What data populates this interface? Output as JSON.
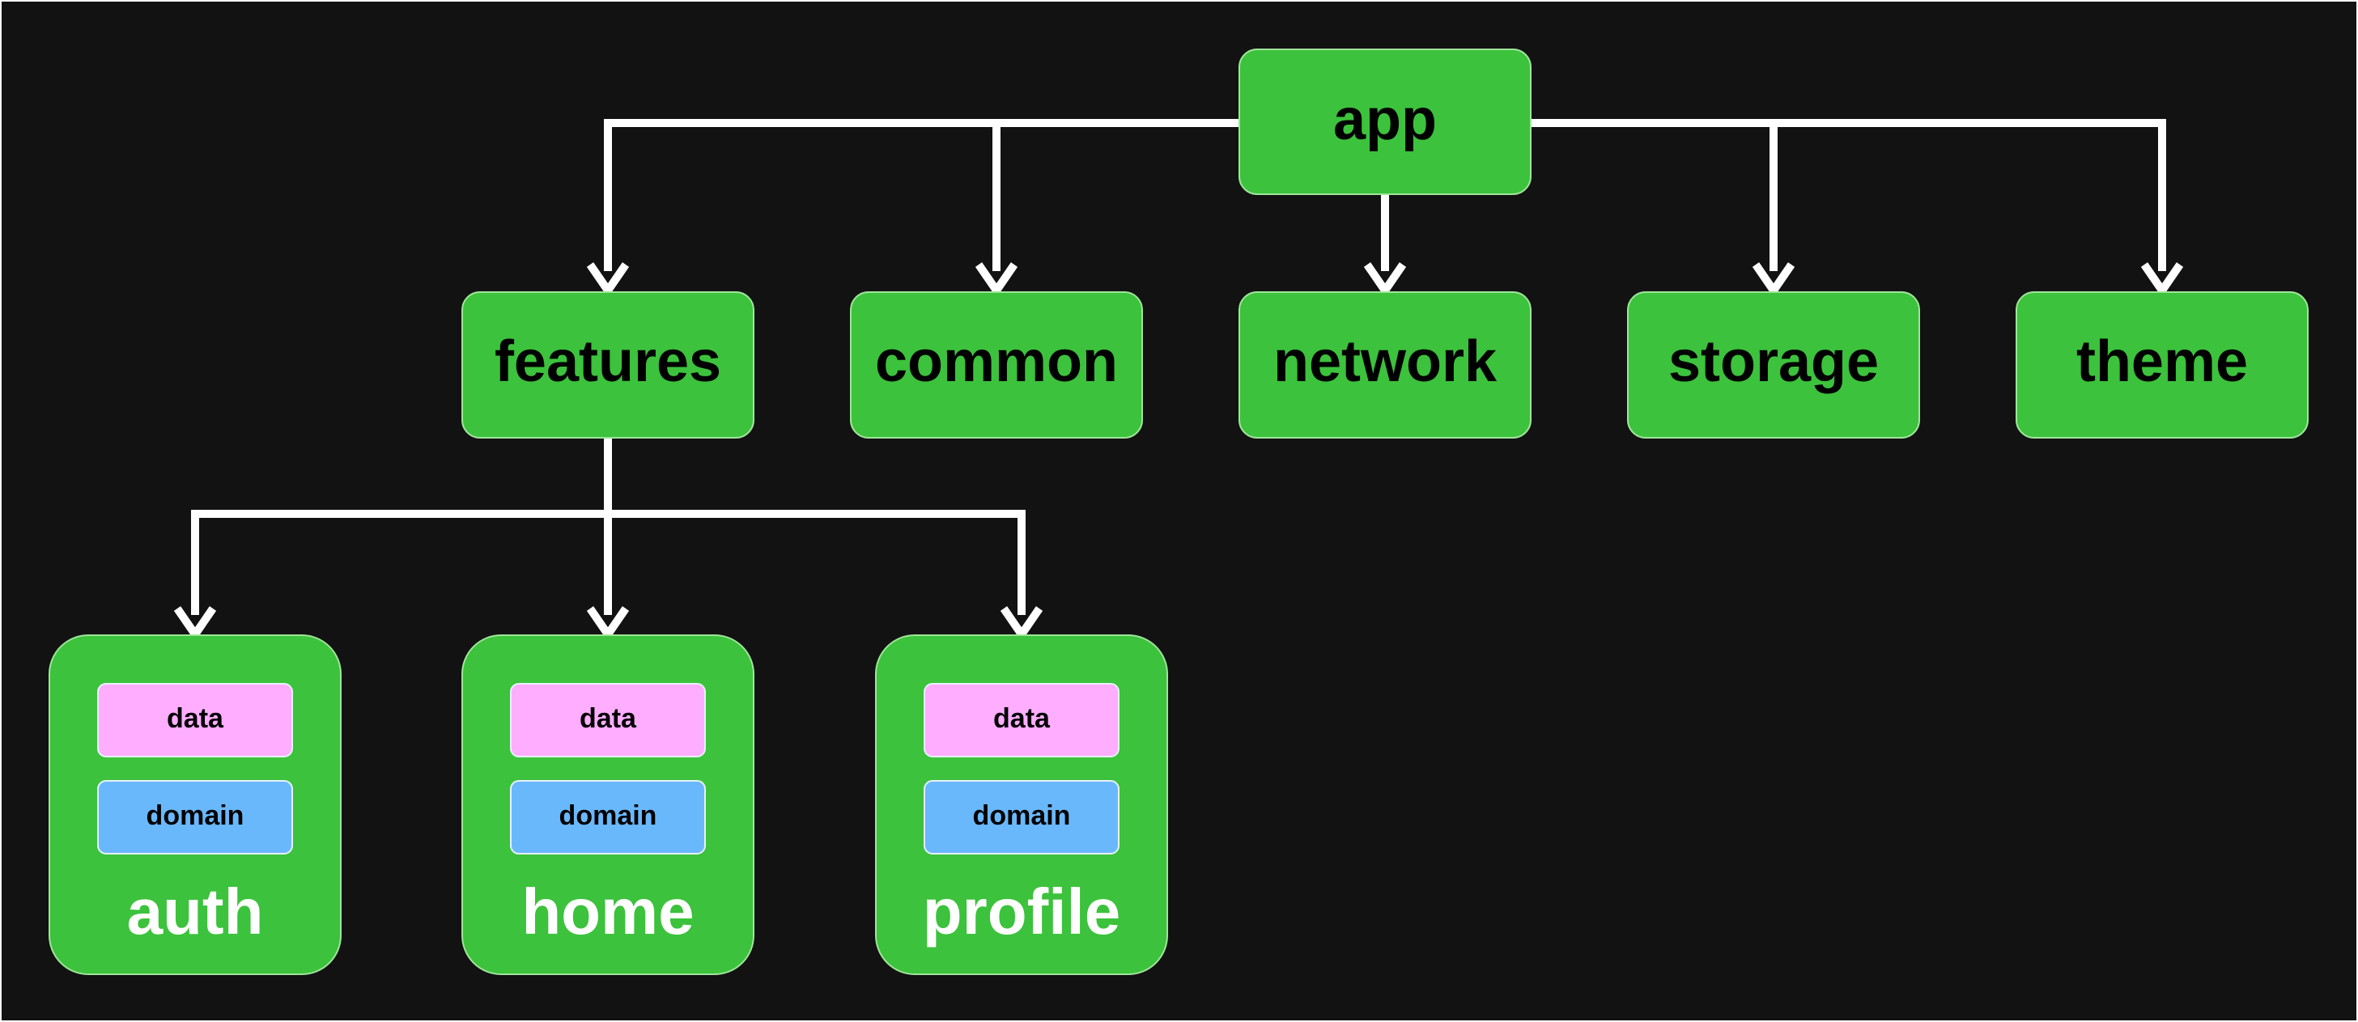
{
  "colors": {
    "background": "#121212",
    "node_fill": "#3cc23c",
    "data_fill": "#ffadff",
    "domain_fill": "#6ab8fc",
    "connector": "#ffffff"
  },
  "root": {
    "label": "app"
  },
  "level1": [
    {
      "id": "features",
      "label": "features"
    },
    {
      "id": "common",
      "label": "common"
    },
    {
      "id": "network",
      "label": "network"
    },
    {
      "id": "storage",
      "label": "storage"
    },
    {
      "id": "theme",
      "label": "theme"
    }
  ],
  "feature_modules": [
    {
      "id": "auth",
      "label": "auth",
      "layers": [
        {
          "label": "data",
          "kind": "data"
        },
        {
          "label": "domain",
          "kind": "domain"
        }
      ]
    },
    {
      "id": "home",
      "label": "home",
      "layers": [
        {
          "label": "data",
          "kind": "data"
        },
        {
          "label": "domain",
          "kind": "domain"
        }
      ]
    },
    {
      "id": "profile",
      "label": "profile",
      "layers": [
        {
          "label": "data",
          "kind": "data"
        },
        {
          "label": "domain",
          "kind": "domain"
        }
      ]
    }
  ],
  "edges": [
    {
      "from": "app",
      "to": "features"
    },
    {
      "from": "app",
      "to": "common"
    },
    {
      "from": "app",
      "to": "network"
    },
    {
      "from": "app",
      "to": "storage"
    },
    {
      "from": "app",
      "to": "theme"
    },
    {
      "from": "features",
      "to": "auth"
    },
    {
      "from": "features",
      "to": "home"
    },
    {
      "from": "features",
      "to": "profile"
    }
  ]
}
